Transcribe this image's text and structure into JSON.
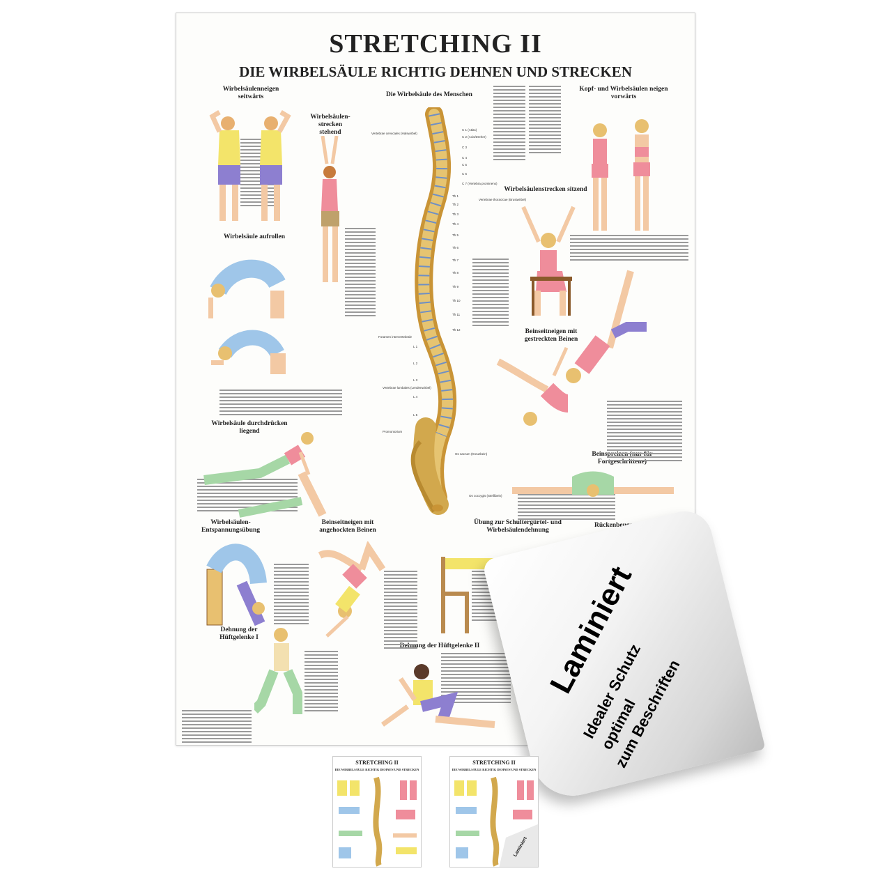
{
  "poster": {
    "title": "STRETCHING II",
    "subtitle": "DIE WIRBELSÄULE RICHTIG DEHNEN UND STRECKEN",
    "sections": [
      "Wirbelsäulenneigen seitwärts",
      "Wirbelsäulen-strecken stehend",
      "Die Wirbelsäule des Menschen",
      "Kopf- und Wirbelsäulen neigen vorwärts",
      "Wirbelsäulenstrecken sitzend",
      "Wirbelsäule aufrollen",
      "Beinseitneigen mit gestreckten Beinen",
      "Wirbelsäule durchdrücken liegend",
      "Beinspreizen (nur für Fortgeschrittene)",
      "Wirbelsäulen-Entspannungsübung",
      "Beinseitneigen mit angehockten Beinen",
      "Übung zur Schultergürtel- und Wirbelsäulendehnung",
      "Rückenbeugen",
      "Dehnung der Hüftgelenke I",
      "Dehnung der Hüftgelenke II"
    ],
    "spine_labels": {
      "cervical": [
        "C 1 (Atlas)",
        "C 2 (Axis/Dreher)",
        "C 3",
        "C 4",
        "C 5",
        "C 6",
        "C 7 (Vertebra prominens)"
      ],
      "thoracic": [
        "Th 1",
        "Th 2",
        "Th 3",
        "Th 4",
        "Th 5",
        "Th 6",
        "Th 7",
        "Th 8",
        "Th 9",
        "Th 10",
        "Th 11",
        "Th 12"
      ],
      "lumbar": [
        "L 1",
        "L 2",
        "L 3",
        "L 4",
        "L 5"
      ],
      "other": [
        "Promontorium",
        "Os sacrum (Kreuzbein)",
        "Os coccygis (Steißbein)",
        "Foramen intervertebrale",
        "Vertebrae cervicales (Halswirbel)",
        "Vertebrae thoracicae (Brustwirbel)",
        "Vertebrae lumbales (Lendenwirbel)"
      ]
    }
  },
  "laminate": {
    "line1": "Laminiert",
    "line2": "Idealer Schutz",
    "line3": "optimal",
    "line4": "zum Beschriften"
  },
  "thumbnails": [
    {
      "title": "STRETCHING II",
      "subtitle": "DIE WIRBELSÄULE RICHTIG DEHNEN UND STRECKEN"
    },
    {
      "title": "STRETCHING II",
      "subtitle": "DIE WIRBELSÄULE RICHTIG DEHNEN UND STRECKEN",
      "sticker": "Laminiert"
    }
  ],
  "colors": {
    "skin": "#f3c9a4",
    "shirt_yellow": "#f3e46a",
    "shorts_purple": "#8d7fd0",
    "top_pink": "#ef8d9b",
    "top_blue": "#9fc6e9",
    "pants_green": "#a6d7a6",
    "bone": "#d9b45a",
    "disc": "#6f8fc4"
  }
}
